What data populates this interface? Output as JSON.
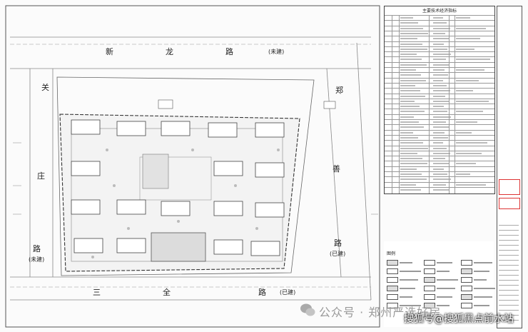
{
  "drawing": {
    "roads": {
      "north_chars": [
        "新",
        "龙",
        "路"
      ],
      "north_status": "(未建)",
      "west_chars": [
        "关",
        "庄",
        "路"
      ],
      "west_status": "(未建)",
      "east_chars": [
        "郑",
        "善",
        "路"
      ],
      "east_status": "(已建)",
      "south_chars": [
        "三",
        "全",
        "路"
      ],
      "south_status": "(已建)"
    }
  },
  "table": {
    "title": "主要技术经济指标"
  },
  "legend": {
    "title": "图例"
  },
  "watermarks": {
    "wechat": "公众号 · 郑州严选好房",
    "sohu": "搜狐号@搜狐黑点前水站"
  }
}
